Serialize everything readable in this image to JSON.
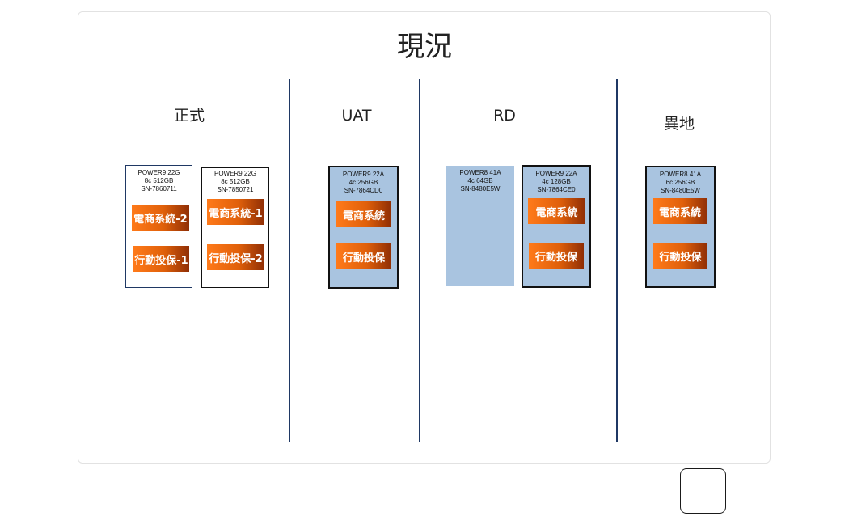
{
  "title": "現況",
  "environments": [
    {
      "label": "正式"
    },
    {
      "label": "UAT"
    },
    {
      "label": "RD"
    },
    {
      "label": "異地"
    }
  ],
  "servers": [
    {
      "model": "POWER9 22G",
      "spec": "8c 512GB",
      "sn": "SN-7860711",
      "apps": [
        "電商系統-2",
        "行動投保-1"
      ]
    },
    {
      "model": "POWER9 22G",
      "spec": "8c 512GB",
      "sn": "SN-7850721",
      "apps": [
        "電商系統-1",
        "行動投保-2"
      ]
    },
    {
      "model": "POWER9 22A",
      "spec": "4c 256GB",
      "sn": "SN-7864CD0",
      "apps": [
        "電商系統",
        "行動投保"
      ]
    },
    {
      "model": "POWER8 41A",
      "spec": "4c 64GB",
      "sn": "SN-8480E5W",
      "apps": []
    },
    {
      "model": "POWER9 22A",
      "spec": "4c 128GB",
      "sn": "SN-7864CE0",
      "apps": [
        "電商系統",
        "行動投保"
      ]
    },
    {
      "model": "POWER8 41A",
      "spec": "6c 256GB",
      "sn": "SN-8480E5W",
      "apps": [
        "電商系統",
        "行動投保"
      ]
    }
  ],
  "colors": {
    "divider": "#1f3864",
    "server_fill": "#a9c4e0",
    "app_orange": "#e0600a",
    "border_navy": "#1f3864"
  }
}
